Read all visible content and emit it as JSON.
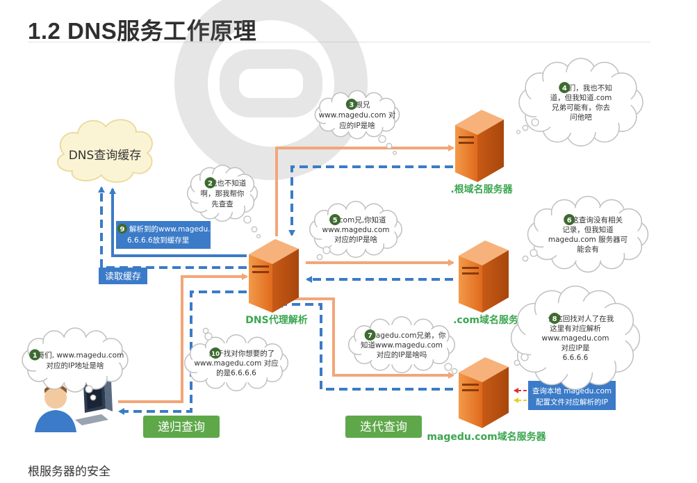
{
  "page": {
    "title": "1.2 DNS服务工作原理",
    "footer": "根服务器的安全"
  },
  "diagram": {
    "cache_label": "DNS查询缓存",
    "read_cache": "读取缓存",
    "proxy_label": "DNS代理解析",
    "root_label": ".根域名服务器",
    "com_label": ".com域名服务器",
    "magedu_label": "magedu.com域名服务器",
    "recursive_label": "递归查询",
    "iterative_label": "迭代查询",
    "box9": [
      "解析到的www.magedu.com",
      "6.6.6.6放到缓存里"
    ],
    "box_local": [
      "查询本地 magedu.com",
      "配置文件对应解析的IP"
    ],
    "bubbles": [
      {
        "num": "1",
        "lines": [
          "哥们, www.magedu.com",
          "对应的IP地址是啥"
        ]
      },
      {
        "num": "2",
        "lines": [
          "我也不知道",
          "啊，那我帮你",
          "先查查"
        ]
      },
      {
        "num": "3",
        "lines": [
          "根兄",
          "www.magedu.com 对",
          "应的IP是啥"
        ]
      },
      {
        "num": "4",
        "lines": [
          "哥们，我也不知",
          "道，但我知道.com",
          "兄弟可能有，你去",
          "问他吧"
        ]
      },
      {
        "num": "5",
        "lines": [
          ".com兄,你知道",
          "www.magedu.com",
          "对应的IP是啥"
        ]
      },
      {
        "num": "6",
        "lines": [
          "我这查询没有相关",
          "记录，但我知道",
          "magedu.com 服务器可",
          "能会有"
        ]
      },
      {
        "num": "7",
        "lines": [
          "magedu.com兄弟，你",
          "知道www.magedu.com",
          "对应的IP是啥吗"
        ]
      },
      {
        "num": "8",
        "lines": [
          "你这回找对人了在我",
          "这里有对应解析",
          "www.magedu.com",
          "对应IP是",
          "6.6.6.6"
        ]
      },
      {
        "num": "10",
        "lines": [
          "终于找对你想要的了",
          "www.magedu.com 对应",
          "的是6.6.6.6"
        ]
      }
    ],
    "colors": {
      "orange_arrow": "#f2a678",
      "blue_arrow": "#3b7bc8",
      "green_label": "#5ea84a",
      "server_orange": "#e9782a",
      "label_green_text": "#3aa650",
      "badge_green": "#3e6a30"
    }
  }
}
